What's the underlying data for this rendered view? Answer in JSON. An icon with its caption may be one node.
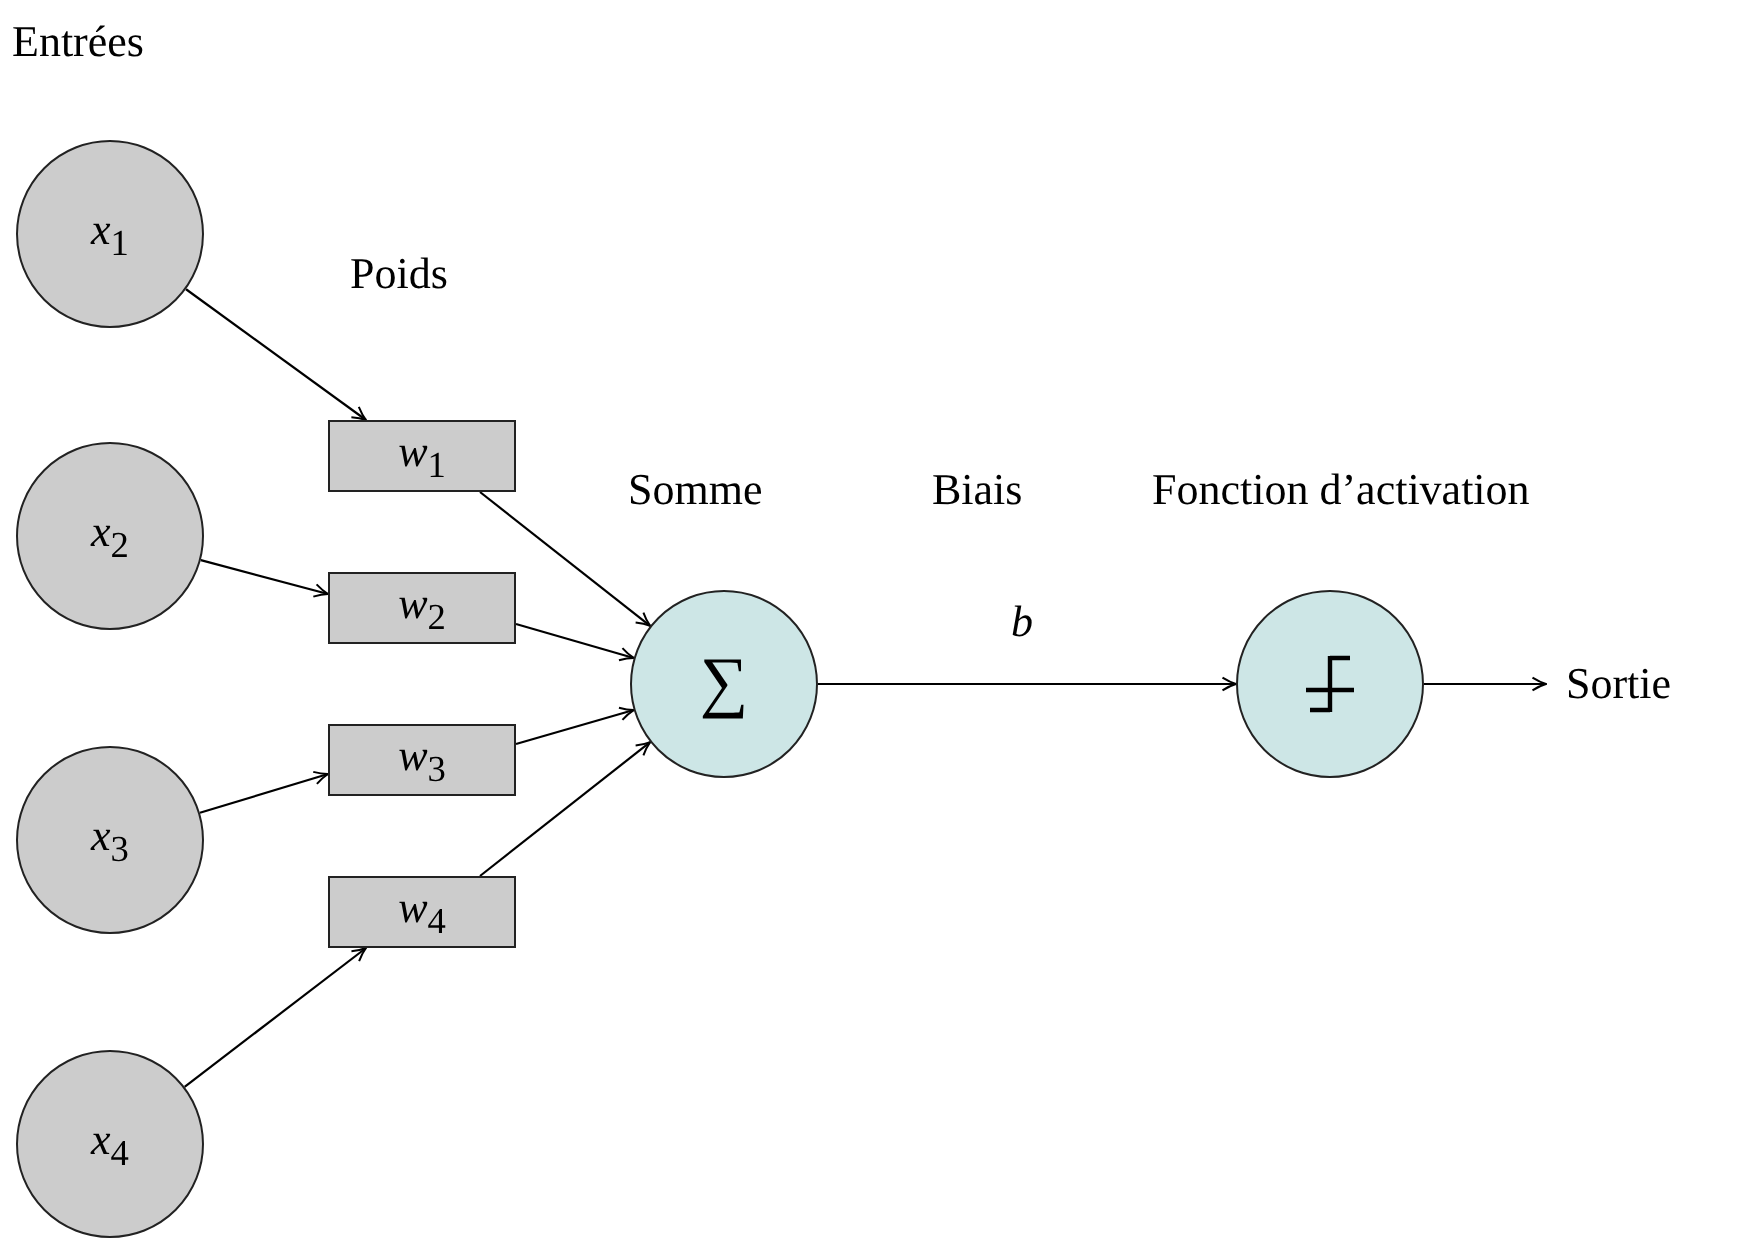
{
  "diagram": {
    "nodes": [
      {
        "text": [
          "*x*$_{1}$"
        ]
      },
      {
        "text": [
          "*x*$_{2}$"
        ]
      },
      {
        "text": [
          "*x*$_{3}$"
        ]
      },
      {
        "text": [
          "*x*$_{4}$"
        ]
      },
      {
        "text": [
          "*w*$_{1}$"
        ]
      },
      {
        "text": [
          "*w*$_{2}$"
        ]
      },
      {
        "text": [
          "*w*$_{3}$"
        ]
      },
      {
        "text": [
          "*w*$_{4}$"
        ]
      },
      {
        "text": [
          "∑"
        ]
      },
      {
        "text": [],
        "shape": "circle"
      },
      {
        "text": [
          "Sortie"
        ]
      }
    ],
    "edges": [
      {
        "from": 0,
        "to": 4,
        "arrow": "to"
      },
      {
        "from": 1,
        "to": 5,
        "arrow": "to"
      },
      {
        "from": 2,
        "to": 6,
        "arrow": "to"
      },
      {
        "from": 3,
        "to": 7,
        "arrow": "to"
      },
      {
        "from": 4,
        "to": 8,
        "arrow": "to"
      },
      {
        "from": 5,
        "to": 8,
        "arrow": "to"
      },
      {
        "from": 6,
        "to": 8,
        "arrow": "to"
      },
      {
        "from": 7,
        "to": 8,
        "arrow": "to"
      },
      {
        "from": 8,
        "to": 9,
        "label": "*b*",
        "arrow": "to"
      },
      {
        "from": 9,
        "to": 10,
        "arrow": "to"
      }
    ],
    "labels": [
      "Entrées",
      "Poids",
      "Somme",
      "Biais",
      "Fonction d’activation"
    ]
  }
}
